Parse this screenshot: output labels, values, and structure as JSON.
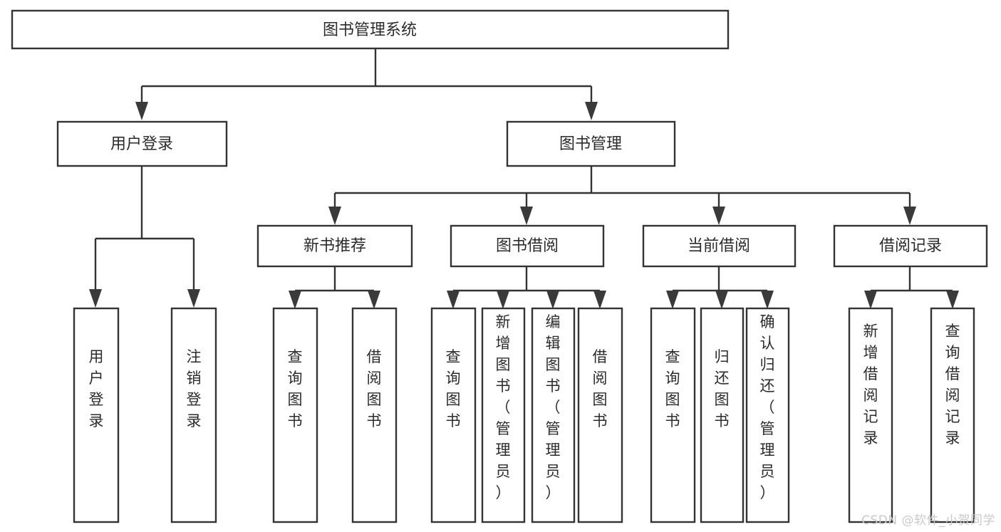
{
  "diagram": {
    "type": "tree-hierarchy",
    "orientation": "top-down",
    "root": {
      "id": "root",
      "label": "图书管理系统"
    },
    "level2": [
      {
        "id": "user-login",
        "label": "用户登录"
      },
      {
        "id": "book-manage",
        "label": "图书管理"
      }
    ],
    "level3": [
      {
        "id": "new-book-recommend",
        "label": "新书推荐",
        "parent": "book-manage"
      },
      {
        "id": "book-borrow",
        "label": "图书借阅",
        "parent": "book-manage"
      },
      {
        "id": "current-borrow",
        "label": "当前借阅",
        "parent": "book-manage"
      },
      {
        "id": "borrow-record",
        "label": "借阅记录",
        "parent": "book-manage"
      }
    ],
    "leaves": [
      {
        "id": "leaf-user-login",
        "label": "用户登录",
        "parent": "user-login"
      },
      {
        "id": "leaf-user-logout",
        "label": "注销登录",
        "parent": "user-login"
      },
      {
        "id": "leaf-query-book-1",
        "label": "查询图书",
        "parent": "new-book-recommend"
      },
      {
        "id": "leaf-borrow-book-1",
        "label": "借阅图书",
        "parent": "new-book-recommend"
      },
      {
        "id": "leaf-query-book-2",
        "label": "查询图书",
        "parent": "book-borrow"
      },
      {
        "id": "leaf-add-book",
        "label": "新增图书（管理员）",
        "parent": "book-borrow"
      },
      {
        "id": "leaf-edit-book",
        "label": "编辑图书（管理员）",
        "parent": "book-borrow"
      },
      {
        "id": "leaf-borrow-book-2",
        "label": "借阅图书",
        "parent": "book-borrow"
      },
      {
        "id": "leaf-query-book-3",
        "label": "查询图书",
        "parent": "current-borrow"
      },
      {
        "id": "leaf-return-book",
        "label": "归还图书",
        "parent": "current-borrow"
      },
      {
        "id": "leaf-confirm-return",
        "label": "确认归还（管理员）",
        "parent": "current-borrow"
      },
      {
        "id": "leaf-add-record",
        "label": "新增借阅记录",
        "parent": "borrow-record"
      },
      {
        "id": "leaf-query-record",
        "label": "查询借阅记录",
        "parent": "borrow-record"
      }
    ],
    "colors": {
      "background": "#ffffff",
      "box_fill": "#ffffff",
      "box_stroke": "#333333",
      "line": "#333333",
      "arrow": "#3a3a3a",
      "text": "#2b2b2b",
      "watermark": "#c9c9c9"
    }
  },
  "watermark": {
    "text": "CSDN @软件_小贺同学"
  }
}
